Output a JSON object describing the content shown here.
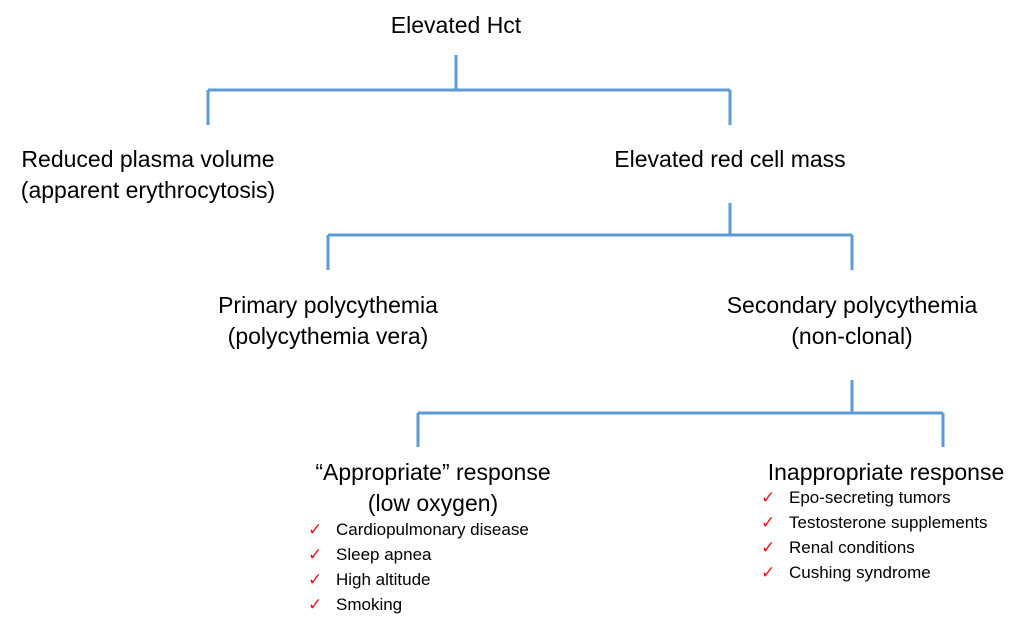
{
  "nodes": {
    "root": "Elevated Hct",
    "plasma": {
      "line1": "Reduced plasma volume",
      "line2": "(apparent erythrocytosis)"
    },
    "red_mass": "Elevated red cell mass",
    "primary": {
      "line1": "Primary polycythemia",
      "line2": "(polycythemia vera)"
    },
    "secondary": {
      "line1": "Secondary polycythemia",
      "line2": "(non-clonal)"
    },
    "appropriate": {
      "line1": "“Appropriate” response",
      "line2": "(low oxygen)"
    },
    "inappropriate": "Inappropriate response"
  },
  "appropriate_causes": [
    "Cardiopulmonary disease",
    "Sleep apnea",
    "High altitude",
    "Smoking"
  ],
  "inappropriate_causes": [
    "Epo-secreting tumors",
    "Testosterone supplements",
    "Renal conditions",
    "Cushing syndrome"
  ],
  "colors": {
    "connector": "#5b9bd5",
    "checkmark": "#e8131a"
  },
  "icons": {
    "bullet": "checkmark-icon"
  }
}
